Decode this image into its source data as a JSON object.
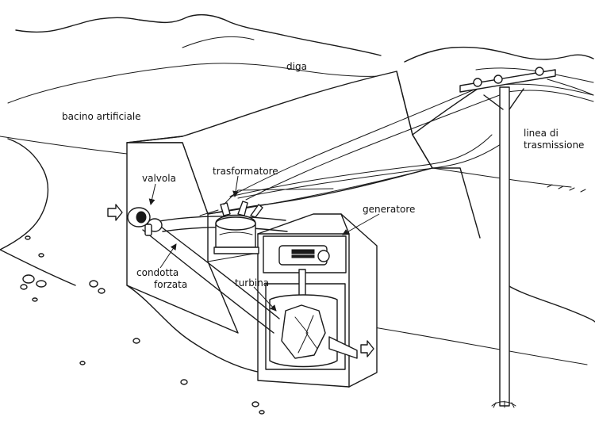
{
  "labels": {
    "diga": "diga",
    "bacino": "bacino artificiale",
    "valvola": "valvola",
    "trasformatore": "trasformatore",
    "generatore": "generatore",
    "linea_1": "linea di",
    "linea_2": "trasmissione",
    "condotta_1": "condotta",
    "condotta_2": "forzata",
    "turbina": "turbina"
  }
}
